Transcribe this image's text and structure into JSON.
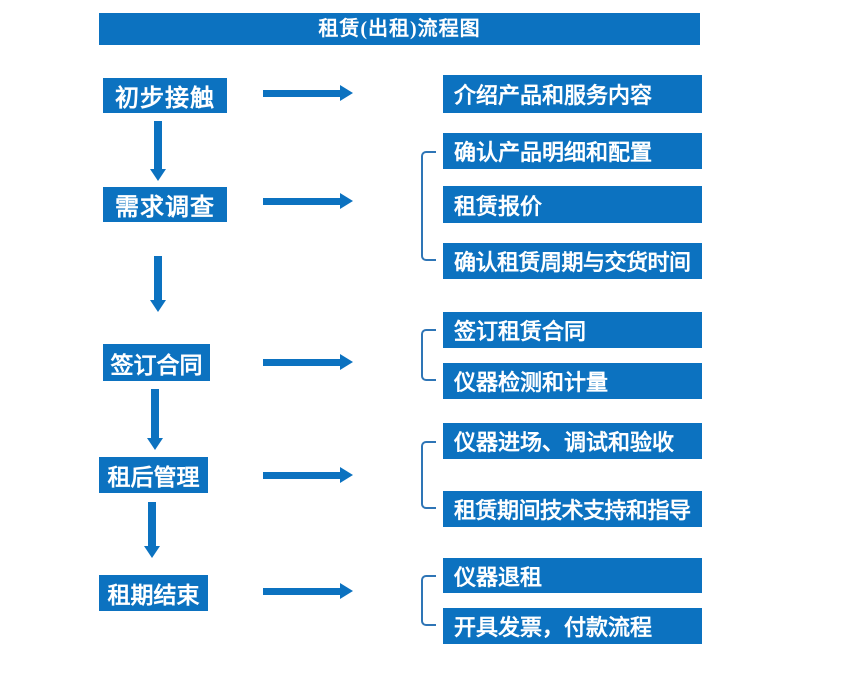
{
  "title": "租赁(出租)流程图",
  "colors": {
    "box_blue": "#0c72c0",
    "bracket_blue": "#2e75b6",
    "text_white": "#ffffff",
    "background": "#ffffff"
  },
  "icons": {
    "arrow_right": "→",
    "arrow_down": "↓",
    "bracket": "["
  },
  "steps": [
    {
      "label": "初步接触"
    },
    {
      "label": "需求调查"
    },
    {
      "label": "签订合同"
    },
    {
      "label": "租后管理"
    },
    {
      "label": "租期结束"
    }
  ],
  "details": [
    {
      "label": "介绍产品和服务内容"
    },
    {
      "label": "确认产品明细和配置"
    },
    {
      "label": "租赁报价"
    },
    {
      "label": "确认租赁周期与交货时间"
    },
    {
      "label": "签订租赁合同"
    },
    {
      "label": "仪器检测和计量"
    },
    {
      "label": "仪器进场、调试和验收"
    },
    {
      "label": "租赁期间技术支持和指导"
    },
    {
      "label": "仪器退租"
    },
    {
      "label": "开具发票，付款流程"
    }
  ],
  "groups": [
    {
      "step": "需求调查",
      "detail_range": [
        "确认产品明细和配置",
        "确认租赁周期与交货时间"
      ]
    },
    {
      "step": "签订合同",
      "detail_range": [
        "签订租赁合同",
        "仪器检测和计量"
      ]
    },
    {
      "step": "租后管理",
      "detail_range": [
        "仪器进场、调试和验收",
        "租赁期间技术支持和指导"
      ]
    },
    {
      "step": "租期结束",
      "detail_range": [
        "仪器退租",
        "开具发票，付款流程"
      ]
    }
  ]
}
